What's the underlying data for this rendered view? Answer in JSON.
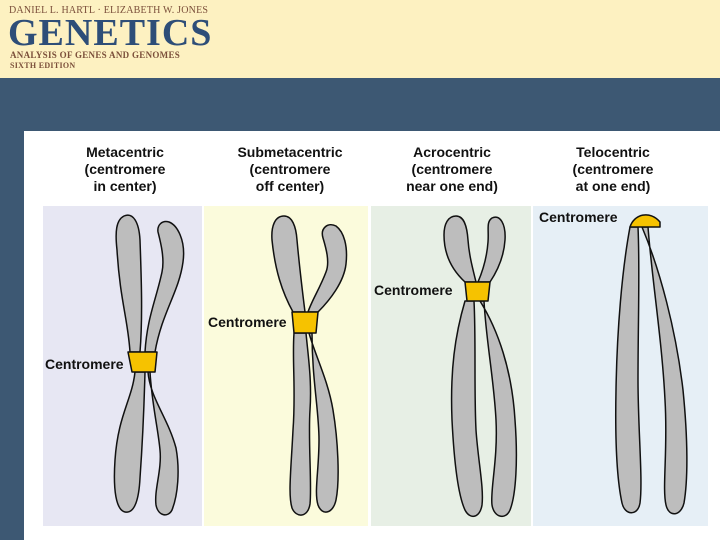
{
  "header": {
    "authors": "DANIEL L. HARTL · ELIZABETH W. JONES",
    "title": "GENETICS",
    "subtitle": "ANALYSIS OF GENES AND GENOMES",
    "edition": "SIXTH EDITION"
  },
  "colors": {
    "header_bg": "#fdf1c1",
    "band_bg": "#3d5873",
    "chromosome": "#bdbdbd",
    "centromere": "#f6c200",
    "panel_metacentric": "#e7e7f3",
    "panel_submetacentric": "#fbfbdc",
    "panel_acrocentric": "#e7efe5",
    "panel_telocentric": "#e6eff6"
  },
  "columns": [
    {
      "line1": "Metacentric",
      "line2": "(centromere",
      "line3": "in center)",
      "centromere_label": "Centromere"
    },
    {
      "line1": "Submetacentric",
      "line2": "(centromere",
      "line3": "off center)",
      "centromere_label": "Centromere"
    },
    {
      "line1": "Acrocentric",
      "line2": "(centromere",
      "line3": "near one end)",
      "centromere_label": "Centromere"
    },
    {
      "line1": "Telocentric",
      "line2": "(centromere",
      "line3": "at one end)",
      "centromere_label": "Centromere"
    }
  ]
}
